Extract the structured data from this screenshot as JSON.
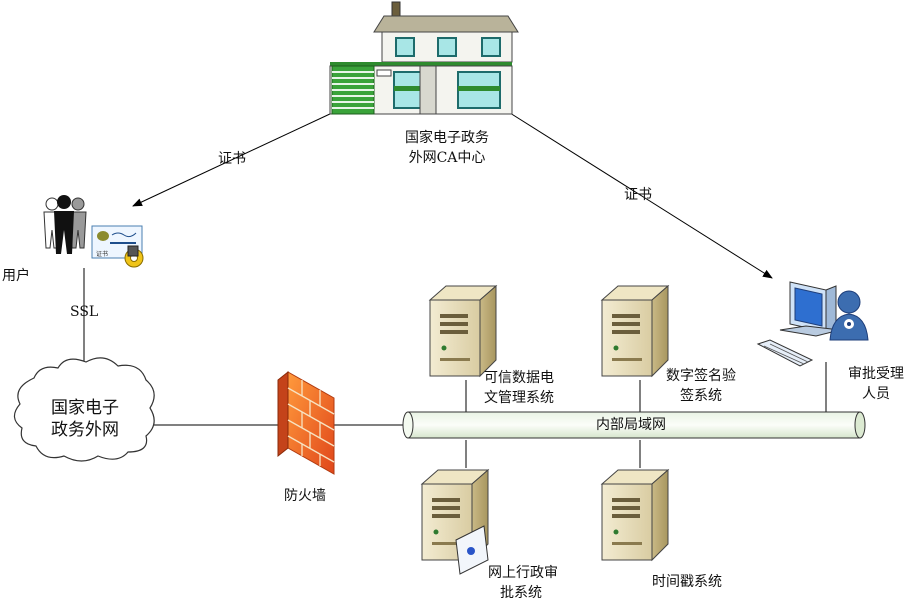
{
  "ca_center": {
    "line1": "国家电子政务",
    "line2": "外网CA中心"
  },
  "cert_left": "证书",
  "cert_right": "证书",
  "user": "用户",
  "ssl": "SSL",
  "internet": {
    "line1": "国家电子",
    "line2": "政务外网"
  },
  "firewall": "防火墙",
  "lan": "内部局域网",
  "trusted_data": {
    "line1": "可信数据电",
    "line2": "文管理系统"
  },
  "digital_sign": {
    "line1": "数字签名验",
    "line2": "签系统"
  },
  "approver": {
    "line1": "审批受理",
    "line2": "人员"
  },
  "online_approval": {
    "line1": "网上行政审",
    "line2": "批系统"
  },
  "timestamp": "时间戳系统",
  "card_text": "证书"
}
